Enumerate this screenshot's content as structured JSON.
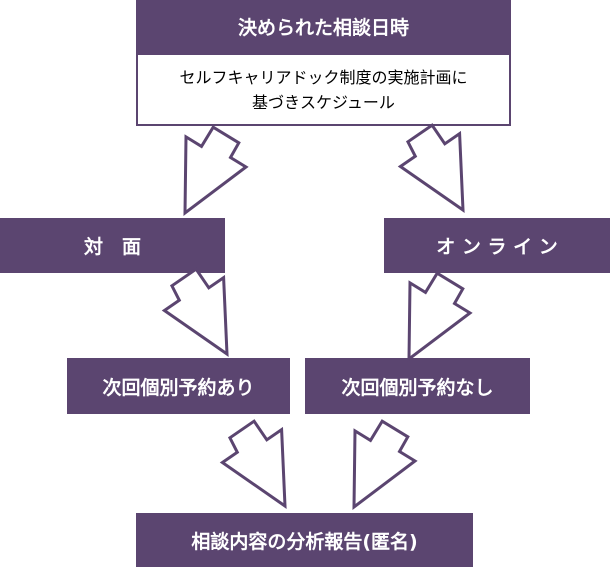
{
  "colors": {
    "box": "#5b4570",
    "box_text": "#ffffff",
    "arrow_stroke": "#5b4570"
  },
  "top": {
    "title": "決められた相談日時",
    "subtitle": "セルフキャリアドック制度の実施計画に\n基づきスケジュール"
  },
  "modes": {
    "in_person": "対　面",
    "online": "オ ン ラ イ ン"
  },
  "next": {
    "with_booking": "次回個別予約あり",
    "without_booking": "次回個別予約なし"
  },
  "result": {
    "report": "相談内容の分析報告(匿名)"
  }
}
